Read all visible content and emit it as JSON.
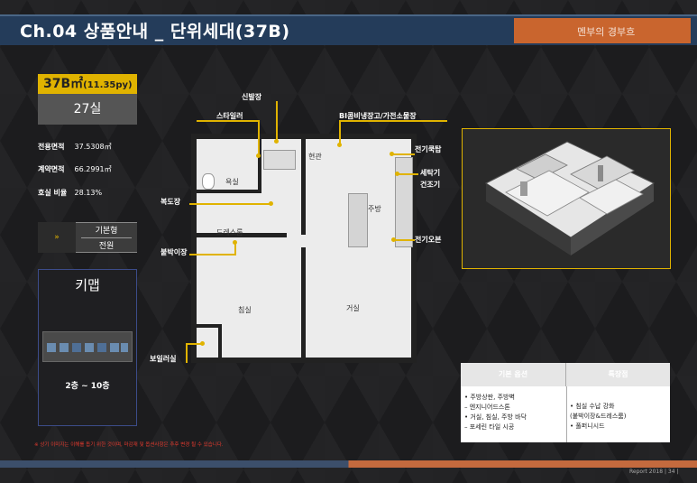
{
  "header": {
    "title": "Ch.04 상품안내 _ 단위세대(37B)",
    "brand": "멘부의 경부흐"
  },
  "unit": {
    "type_main": "37B㎡",
    "type_py": "(11.35py)",
    "units": "27실"
  },
  "specs": [
    {
      "label": "전용면적",
      "value": "37.5308㎡"
    },
    {
      "label": "계약면적",
      "value": "66.2991㎡"
    },
    {
      "label": "호실 비율",
      "value": "28.13%"
    }
  ],
  "type_select": {
    "arrow": "»",
    "options": [
      "기본형",
      "전원"
    ]
  },
  "keymap": {
    "title": "키맵",
    "floors": "2층 ~ 10층"
  },
  "footnote": "※ 상기 이미지는 이해를 돕기 위한 것이며, 마감재 및 옵션사항은 추후 변경 될 수 있습니다.",
  "plan": {
    "rooms": {
      "bath": "욕실",
      "entrance": "현관",
      "kitchen": "주방",
      "dress": "드레스룸",
      "bedroom": "침실",
      "living": "거실"
    },
    "callouts": {
      "shoe": "신발장",
      "styler": "스타일러",
      "fridge": "BI콤비냉장고/가전소물장",
      "cooktop": "전기쿡탑",
      "washer": "세탁기",
      "dryer": "건조기",
      "hallway": "복도장",
      "builtin": "붙박이장",
      "oven": "전기오븐",
      "boiler": "보일러실"
    }
  },
  "options": {
    "basic_title": "기본 옵션",
    "special_title": "특장점",
    "basic_lines": [
      "• 주방상판, 주방벽",
      "  – 엔지니어드스톤",
      "• 거실, 침실, 주방 바닥",
      "  – 포세린 타일 시공"
    ],
    "special_lines": [
      "• 침실 수납 강화",
      "  (붙박이장&드레스룸)",
      "• 풀퍼니시드"
    ]
  },
  "footer": {
    "report": "Report 2018 | 34 |"
  }
}
